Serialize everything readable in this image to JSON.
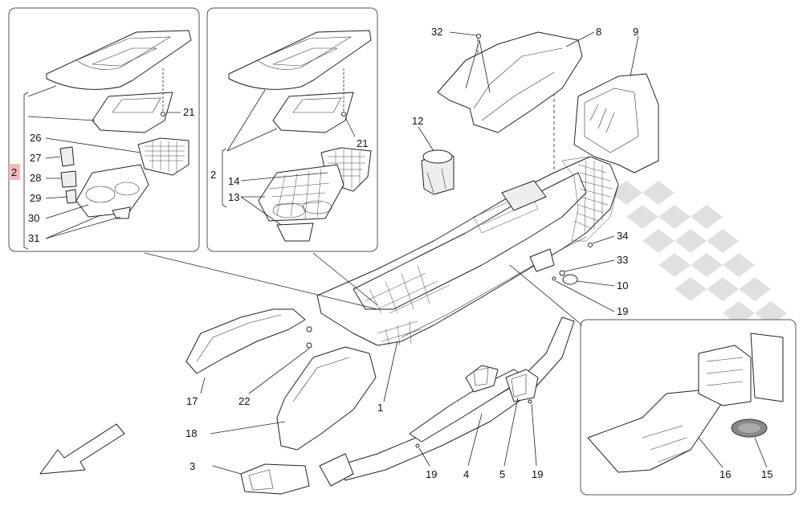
{
  "diagram": {
    "labels": {
      "p1": "1",
      "p2_left": "2",
      "p2_mid": "2",
      "p3": "3",
      "p4": "4",
      "p5": "5",
      "p8": "8",
      "p9": "9",
      "p10": "10",
      "p12": "12",
      "p13": "13",
      "p14": "14",
      "p15": "15",
      "p16": "16",
      "p17": "17",
      "p18": "18",
      "p19_a": "19",
      "p19_b": "19",
      "p19_c": "19",
      "p21_a": "21",
      "p21_b": "21",
      "p22": "22",
      "p26": "26",
      "p27": "27",
      "p28": "28",
      "p29": "29",
      "p30": "30",
      "p31": "31",
      "p32": "32",
      "p33": "33",
      "p34": "34"
    },
    "highlight_color": "#f4b9b9"
  }
}
